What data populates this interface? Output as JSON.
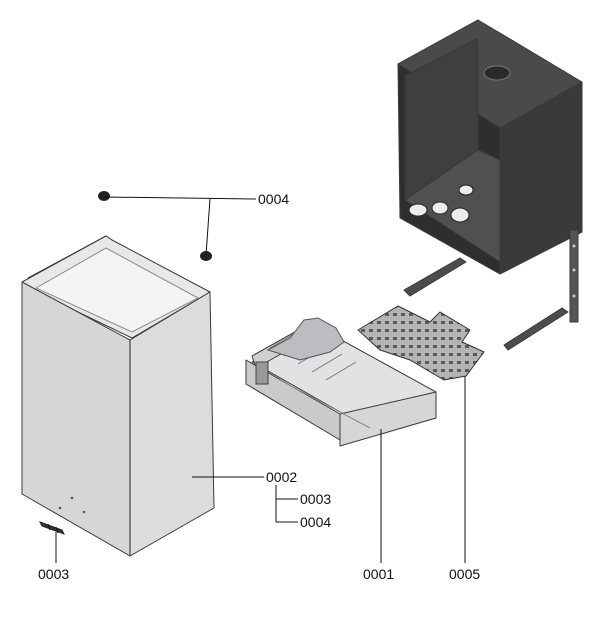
{
  "labels": {
    "top_caps_part": "0004",
    "cover_part": "0002",
    "cover_sub_a": "0003",
    "cover_sub_b": "0004",
    "bracket_part": "0003",
    "base_tray_part": "0001",
    "perforated_plate_part": "0005"
  },
  "colors": {
    "light_panel": "#d9d9dc",
    "light_panel_shade": "#c4c4c8",
    "light_panel_top": "#e6e6e8",
    "dark_frame": "#3c3c3c",
    "dark_frame_shade": "#2c2c2c",
    "dark_frame_light": "#555555",
    "plate": "#9a9a9a",
    "line": "#111111"
  }
}
